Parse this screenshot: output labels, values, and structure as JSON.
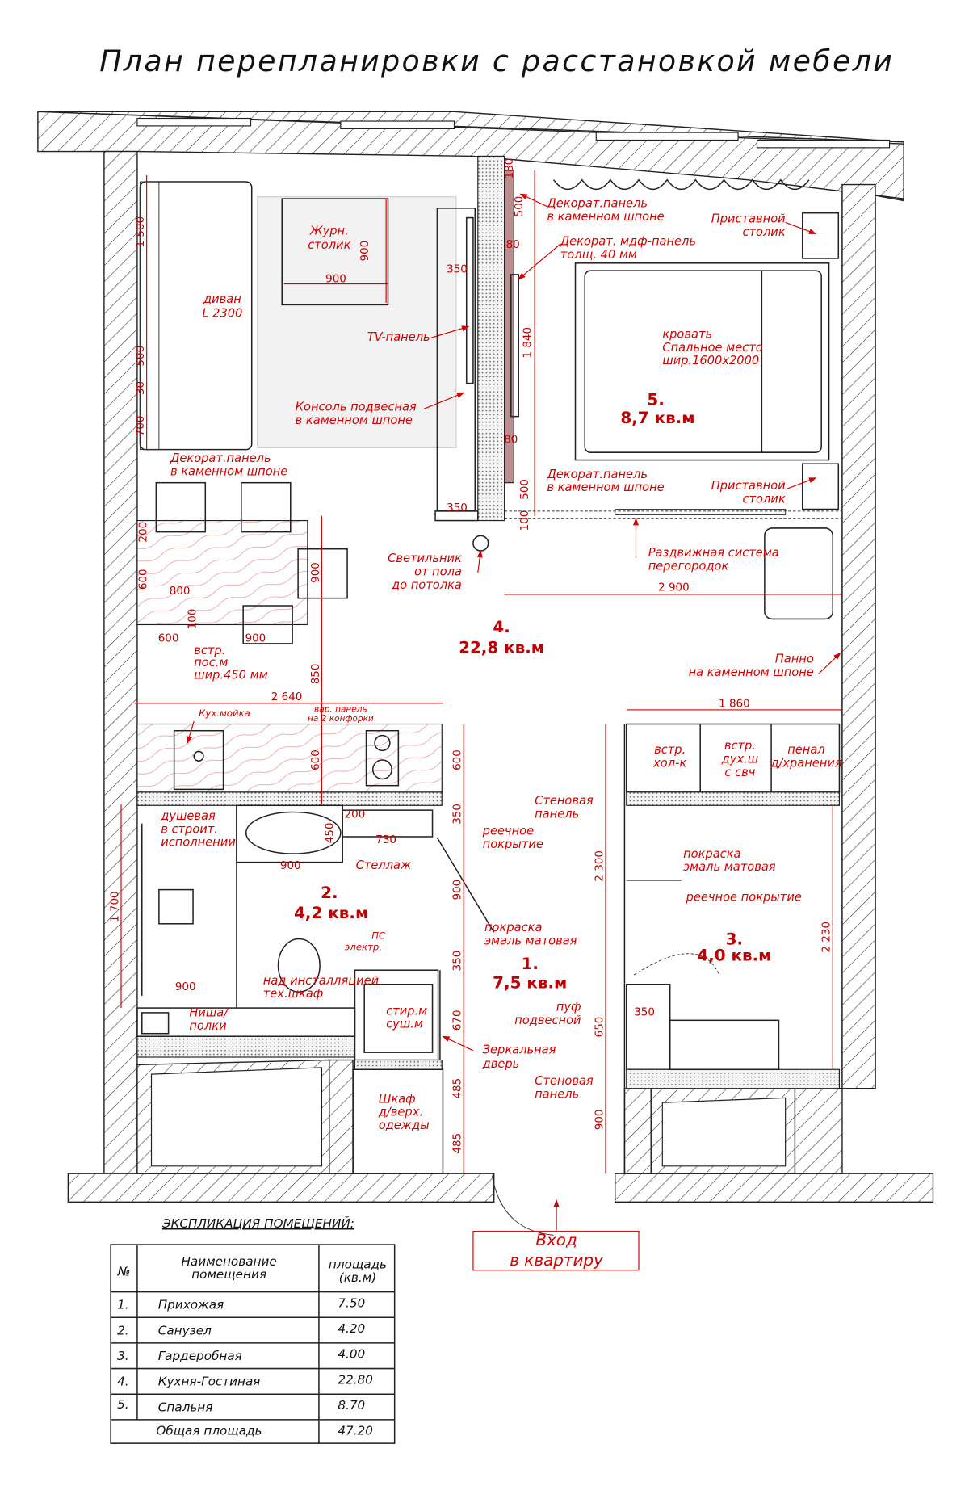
{
  "title": "План перепланировки с расстановкой мебели",
  "rooms": {
    "r1_num": "1.",
    "r1_area": "7,5 кв.м",
    "r2_num": "2.",
    "r2_area": "4,2 кв.м",
    "r3_num": "3.",
    "r3_area": "4,0 кв.м",
    "r4_num": "4.",
    "r4_area": "22,8 кв.м",
    "r5_num": "5.",
    "r5_area": "8,7 кв.м"
  },
  "notes": {
    "table_l1": "Журн.",
    "table_l2": "столик",
    "sofa_l1": "диван",
    "sofa_l2": "L 2300",
    "decor_left_l1": "Декорат.панель",
    "decor_left_l2": "в каменном шпоне",
    "tv": "TV-панель",
    "console_l1": "Консоль подвесная",
    "console_l2": "в каменном шпоне",
    "decor_top_l1": "Декорат.панель",
    "decor_top_l2": "в каменном шпоне",
    "mdf_l1": "Декорат. мдф-панель",
    "mdf_l2": "толщ. 40 мм",
    "side1_l1": "Приставной",
    "side1_l2": "столик",
    "side2_l1": "Приставной",
    "side2_l2": "столик",
    "bed_l1": "кровать",
    "bed_l2": "Спальное место",
    "bed_l3": "шир.1600x2000",
    "decor_bot_l1": "Декорат.панель",
    "decor_bot_l2": "в каменном шпоне",
    "sliding_l1": "Раздвижная система",
    "sliding_l2": "перегородок",
    "lamp_l1": "Светильник",
    "lamp_l2": "от пола",
    "lamp_l3": "до потолка",
    "bench_l1": "встр.",
    "bench_l2": "пос.м",
    "bench_l3": "шир.450 мм",
    "panno_l1": "Панно",
    "panno_l2": "на каменном шпоне",
    "sink": "Кух.мойка",
    "hob_l1": "вар. панель",
    "hob_l2": "на 2 конфорки",
    "fridge_l1": "встр.",
    "fridge_l2": "хол-к",
    "oven_l1": "встр.",
    "oven_l2": "дух.ш",
    "oven_l3": "с свч",
    "pantry_l1": "пенал",
    "pantry_l2": "д/хранения",
    "shower_l1": "душевая",
    "shower_l2": "в строит.",
    "shower_l3": "исполнении",
    "wallpanel1_l1": "Стеновая",
    "wallpanel1_l2": "панель",
    "slat1_l1": "реечное",
    "slat1_l2": "покрытие",
    "rack": "Стеллаж",
    "paint1_l1": "покраска",
    "paint1_l2": "эмаль матовая",
    "slat2": "реечное покрытие",
    "ps_l1": "ПС",
    "ps_l2": "электр.",
    "paint2_l1": "покраска",
    "paint2_l2": "эмаль матовая",
    "install_l1": "над инсталляцией",
    "install_l2": "тех.шкаф",
    "niche_l1": "Ниша/",
    "niche_l2": "полки",
    "washer_l1": "стир.м",
    "washer_l2": "суш.м",
    "pouf_l1": "пуф",
    "pouf_l2": "подвесной",
    "mirror_l1": "Зеркальная",
    "mirror_l2": "дверь",
    "wallpanel2_l1": "Стеновая",
    "wallpanel2_l2": "панель",
    "wardrobe_l1": "Шкаф",
    "wardrobe_l2": "д/верх.",
    "wardrobe_l3": "одежды",
    "entry_l1": "Вход",
    "entry_l2": "в квартиру"
  },
  "dims": {
    "d_900a": "900",
    "d_900b": "900",
    "d_1500": "1 500",
    "d_500a": "500",
    "d_30": "30",
    "d_700": "700",
    "d_350a": "350",
    "d_350b": "350",
    "d_180": "180",
    "d_500b": "500",
    "d_80a": "80",
    "d_1840": "1 840",
    "d_80b": "80",
    "d_500c": "500",
    "d_100a": "100",
    "d_2900": "2 900",
    "d_200a": "200",
    "d_600a": "600",
    "d_800": "800",
    "d_900c": "900",
    "d_100b": "100",
    "d_600b": "600",
    "d_900d": "900",
    "d_850": "850",
    "d_2640": "2 640",
    "d_1860": "1 860",
    "d_600c": "600",
    "d_600d": "600",
    "d_200b": "200",
    "d_450": "450",
    "d_730": "730",
    "d_350c": "350",
    "d_900e": "900",
    "d_1700": "1 700",
    "d_900f": "900",
    "d_2300": "2 300",
    "d_2230": "2 230",
    "d_350d": "350",
    "d_900g": "900",
    "d_350e": "350",
    "d_670": "670",
    "d_650": "650",
    "d_485a": "485",
    "d_485b": "485",
    "d_900h": "900"
  },
  "explication": {
    "title": "ЭКСПЛИКАЦИЯ ПОМЕЩЕНИЙ:",
    "headers": [
      "№",
      "Наименование",
      "помещения",
      "площадь",
      "(кв.м)"
    ],
    "rows": [
      {
        "no": "1.",
        "name": "Прихожая",
        "area": "7.50"
      },
      {
        "no": "2.",
        "name": "Санузел",
        "area": "4.20"
      },
      {
        "no": "3.",
        "name": "Гардеробная",
        "area": "4.00"
      },
      {
        "no": "4.",
        "name": "Кухня-Гостиная",
        "area": "22.80"
      },
      {
        "no": "5.",
        "name": "Спальня",
        "area": "8.70"
      }
    ],
    "total_label": "Общая площадь",
    "total_area": "47.20"
  }
}
